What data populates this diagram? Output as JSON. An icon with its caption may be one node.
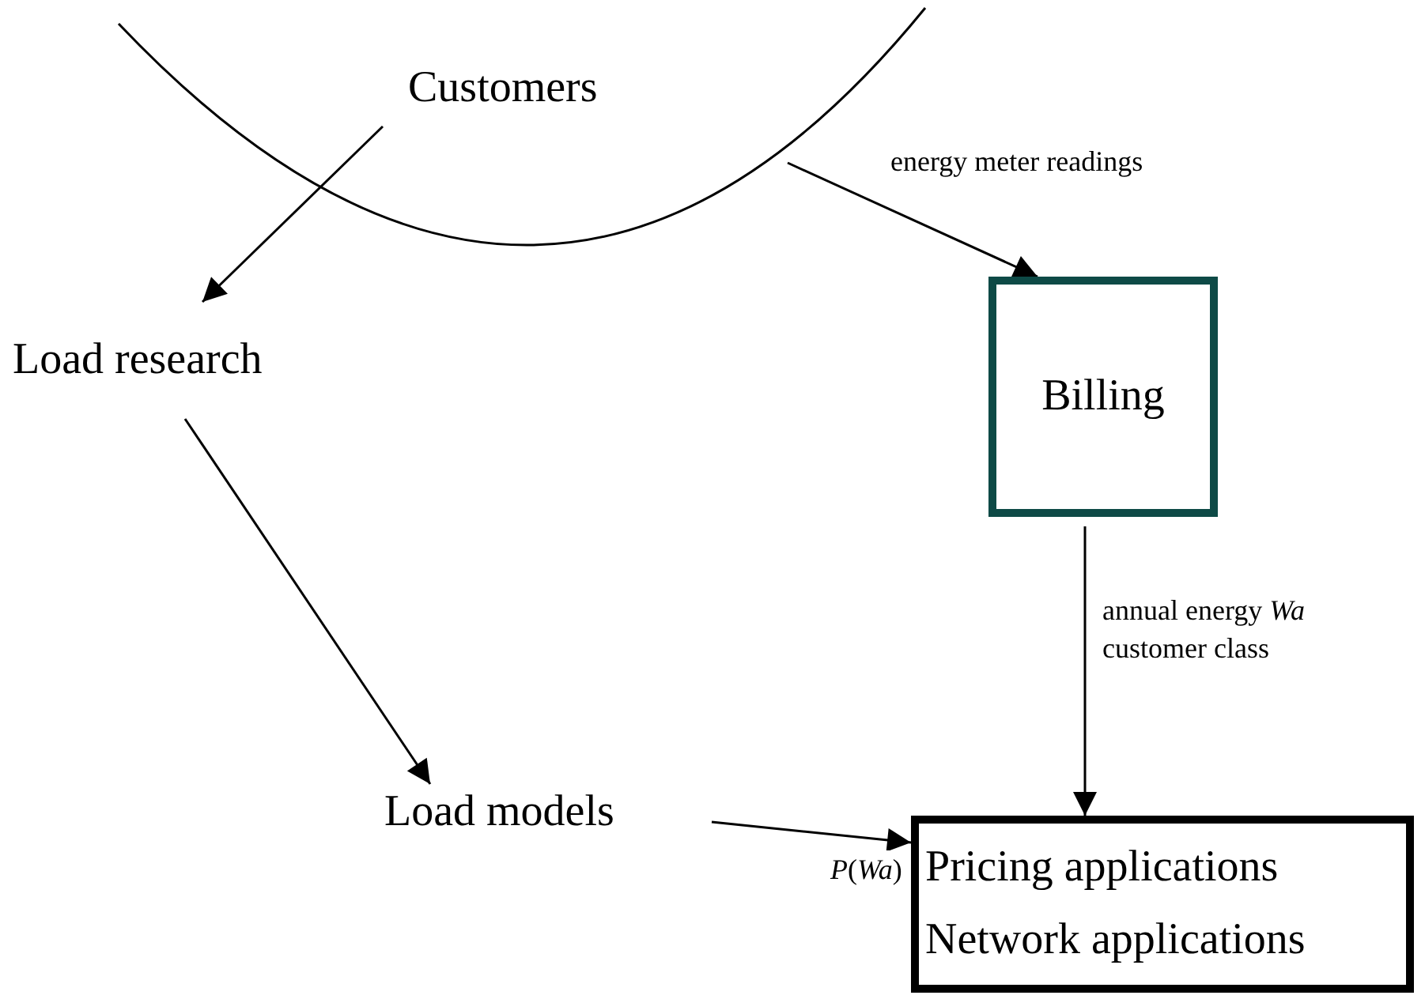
{
  "diagram": {
    "nodes": [
      {
        "text": [
          "Customers"
        ]
      },
      {
        "text": [
          "Load research"
        ]
      },
      {
        "text": [
          "Billing"
        ]
      },
      {
        "text": [
          "Load models"
        ]
      },
      {
        "text": [
          "Pricing applications",
          "Network applications"
        ]
      }
    ],
    "edges": [
      {
        "from": 0,
        "to": 1,
        "arrow": "to"
      },
      {
        "from": 0,
        "to": 2,
        "arrow": "to",
        "label": "energy meter readings"
      },
      {
        "from": 1,
        "to": 3,
        "arrow": "to"
      },
      {
        "from": 2,
        "to": 4,
        "arrow": "to",
        "label": "annual energy *Wa* customer class"
      },
      {
        "from": 3,
        "to": 4,
        "arrow": "to",
        "label": "*P*(*Wa*)"
      }
    ]
  }
}
